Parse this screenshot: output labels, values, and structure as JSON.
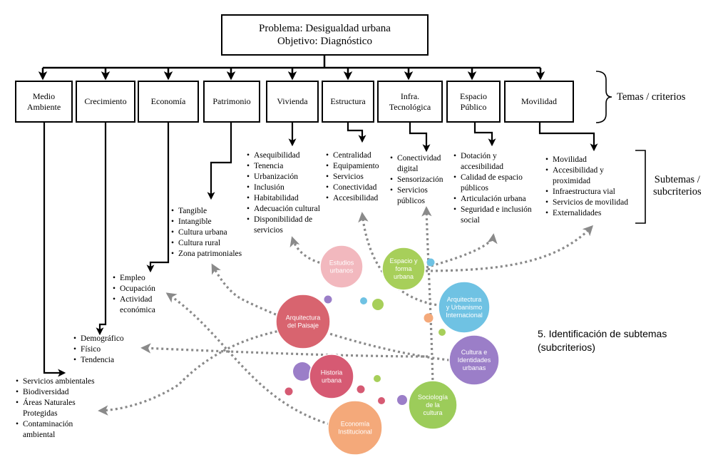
{
  "header": {
    "problem": "Problema: Desigualdad urbana",
    "objective": "Objetivo: Diagnóstico"
  },
  "themes": [
    "Medio\nAmbiente",
    "Crecimiento",
    "Economía",
    "Patrimonio",
    "Vivienda",
    "Estructura",
    "Infra.\nTecnológica",
    "Espacio\nPúblico",
    "Movilidad"
  ],
  "labels": {
    "themes_bracket": "Temas / criterios",
    "subthemes_bracket": "Subtemas /\nsubcriterios",
    "step_caption": "5. Identificación de subtemas\n(subcriterios)"
  },
  "subthemes": {
    "medio_ambiente": [
      "Servicios ambientales",
      "Biodiversidad",
      "Áreas Naturales Protegidas",
      "Contaminación ambiental"
    ],
    "crecimiento": [
      "Demográfico",
      "Físico",
      "Tendencia"
    ],
    "economia": [
      "Empleo",
      "Ocupación",
      "Actividad económica"
    ],
    "patrimonio": [
      "Tangible",
      "Intangible",
      "Cultura urbana",
      "Cultura  rural",
      "Zona patrimoniales"
    ],
    "vivienda": [
      "Asequibilidad",
      "Tenencia",
      "Urbanización",
      "Inclusión",
      "Habitabilidad",
      "Adecuación cultural",
      "Disponibilidad de servicios"
    ],
    "estructura": [
      "Centralidad",
      "Equipamiento",
      "Servicios",
      "Conectividad",
      "Accesibilidad"
    ],
    "infra_tecnologica": [
      "Conectividad digital",
      "Sensorización",
      "Servicios públicos"
    ],
    "espacio_publico": [
      "Dotación y accesibilidad",
      "Calidad de espacio públicos",
      "Articulación urbana",
      "Seguridad e inclusión social"
    ],
    "movilidad": [
      "Movilidad",
      "Accesibilidad y proximidad",
      "Infraestructura vial",
      "Servicios de movilidad",
      "Externalidades"
    ]
  },
  "disciplines": [
    {
      "name": "Estudios\nurbanos",
      "color": "#f2b8be"
    },
    {
      "name": "Espacio y\nforma\nurbana",
      "color": "#a7cf5a"
    },
    {
      "name": "Arquitectura\ny Urbanismo\nInternacional",
      "color": "#6fc2e3"
    },
    {
      "name": "Arquitectura\ndel Paisaje",
      "color": "#d8646f"
    },
    {
      "name": "Cultura e\nIdentidades\nurbanas",
      "color": "#9b7ec8"
    },
    {
      "name": "Historia\nurbana",
      "color": "#d65a73"
    },
    {
      "name": "Sociología\nde la\ncultura",
      "color": "#9ccc5a"
    },
    {
      "name": "Economía\nInstitucional",
      "color": "#f4a97a"
    }
  ]
}
